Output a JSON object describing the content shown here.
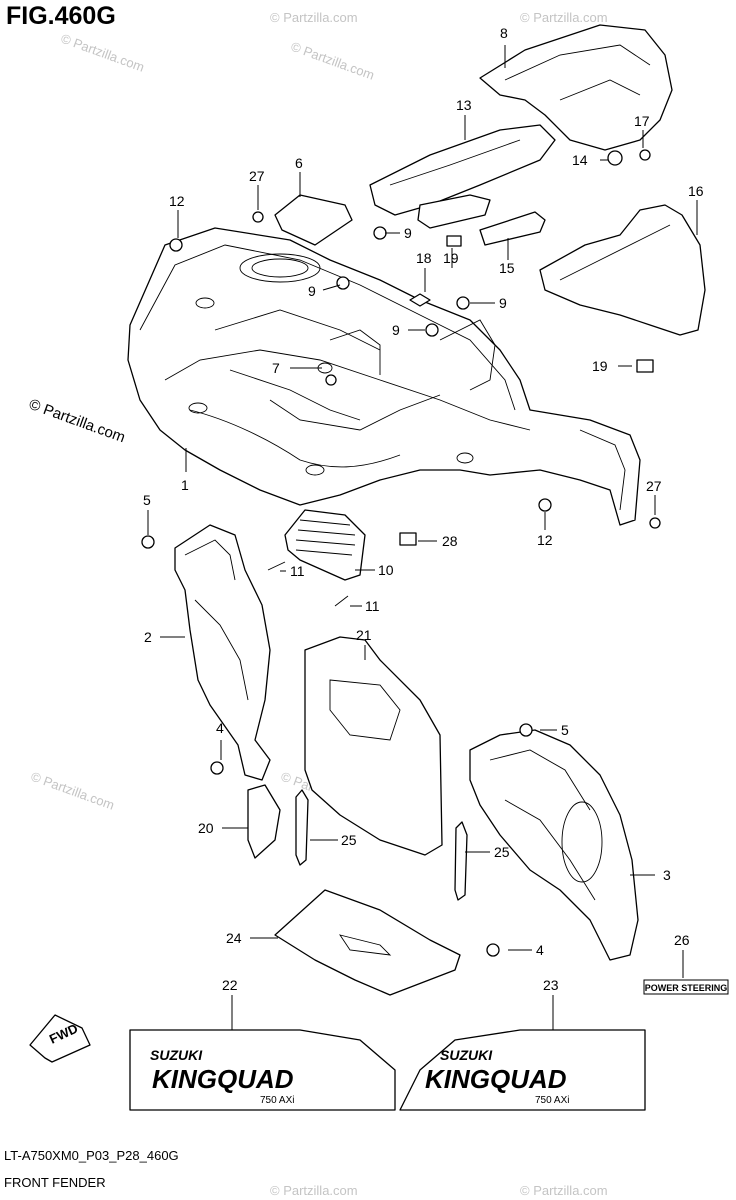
{
  "figure": {
    "title": "FIG.460G",
    "code": "LT-A750XM0_P03_P28_460G",
    "name": "FRONT FENDER"
  },
  "watermark": "© Partzilla.com",
  "labels": {
    "fwd": "FWD",
    "power_steering": "POWER STEERING",
    "decal_brand": "SUZUKI",
    "decal_model": "KINGQUAD",
    "decal_sub": "750 AXi"
  },
  "callouts": [
    "1",
    "2",
    "3",
    "4",
    "4",
    "5",
    "5",
    "6",
    "7",
    "8",
    "9",
    "9",
    "9",
    "9",
    "10",
    "11",
    "11",
    "12",
    "12",
    "13",
    "14",
    "15",
    "16",
    "17",
    "18",
    "19",
    "19",
    "20",
    "21",
    "22",
    "23",
    "24",
    "25",
    "25",
    "26",
    "27",
    "27",
    "28"
  ]
}
